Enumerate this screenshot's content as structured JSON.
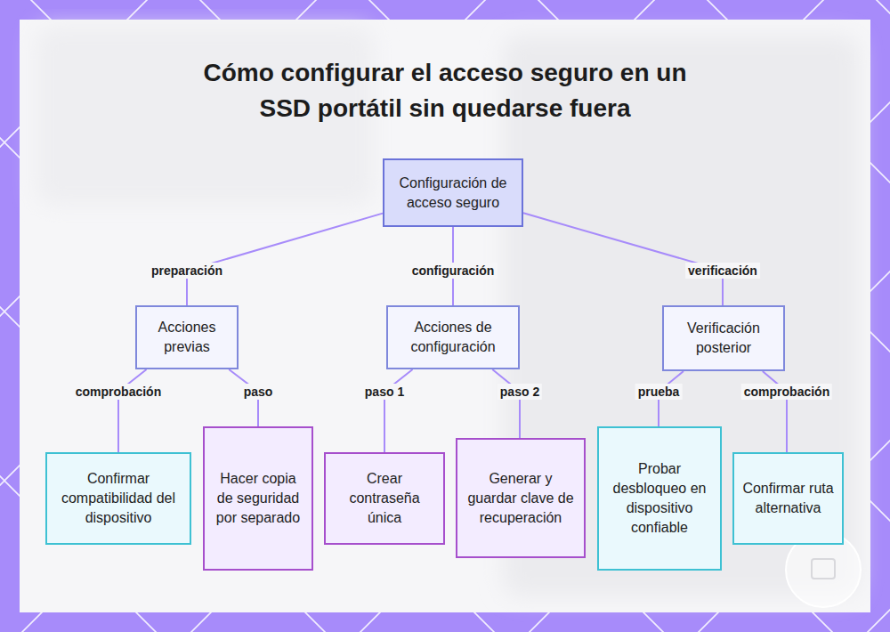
{
  "diagram": {
    "title": "Cómo configurar el acceso seguro en un SSD portátil sin quedarse fuera",
    "nodes": [
      {
        "text": [
          "Configuración de acceso seguro"
        ]
      },
      {
        "text": [
          "Acciones previas"
        ]
      },
      {
        "text": [
          "Acciones de configuración"
        ]
      },
      {
        "text": [
          "Verificación posterior"
        ]
      },
      {
        "text": [
          "Confirmar compatibilidad del dispositivo"
        ]
      },
      {
        "text": [
          "Hacer copia de seguridad por separado"
        ]
      },
      {
        "text": [
          "Crear contraseña única"
        ]
      },
      {
        "text": [
          "Generar y guardar clave de recuperación"
        ]
      },
      {
        "text": [
          "Probar desbloqueo en dispositivo confiable"
        ]
      },
      {
        "text": [
          "Confirmar ruta alternativa"
        ]
      }
    ],
    "edges": [
      {
        "from": 0,
        "to": 1,
        "label": "preparación",
        "arrow": "none"
      },
      {
        "from": 0,
        "to": 2,
        "label": "configuración",
        "arrow": "none"
      },
      {
        "from": 0,
        "to": 3,
        "label": "verificación",
        "arrow": "none"
      },
      {
        "from": 1,
        "to": 4,
        "label": "comprobación",
        "arrow": "none"
      },
      {
        "from": 1,
        "to": 5,
        "label": "paso",
        "arrow": "none"
      },
      {
        "from": 2,
        "to": 6,
        "label": "paso 1",
        "arrow": "none"
      },
      {
        "from": 2,
        "to": 7,
        "label": "paso 2",
        "arrow": "none"
      },
      {
        "from": 3,
        "to": 8,
        "label": "prueba",
        "arrow": "none"
      },
      {
        "from": 3,
        "to": 9,
        "label": "comprobación",
        "arrow": "none"
      }
    ]
  }
}
